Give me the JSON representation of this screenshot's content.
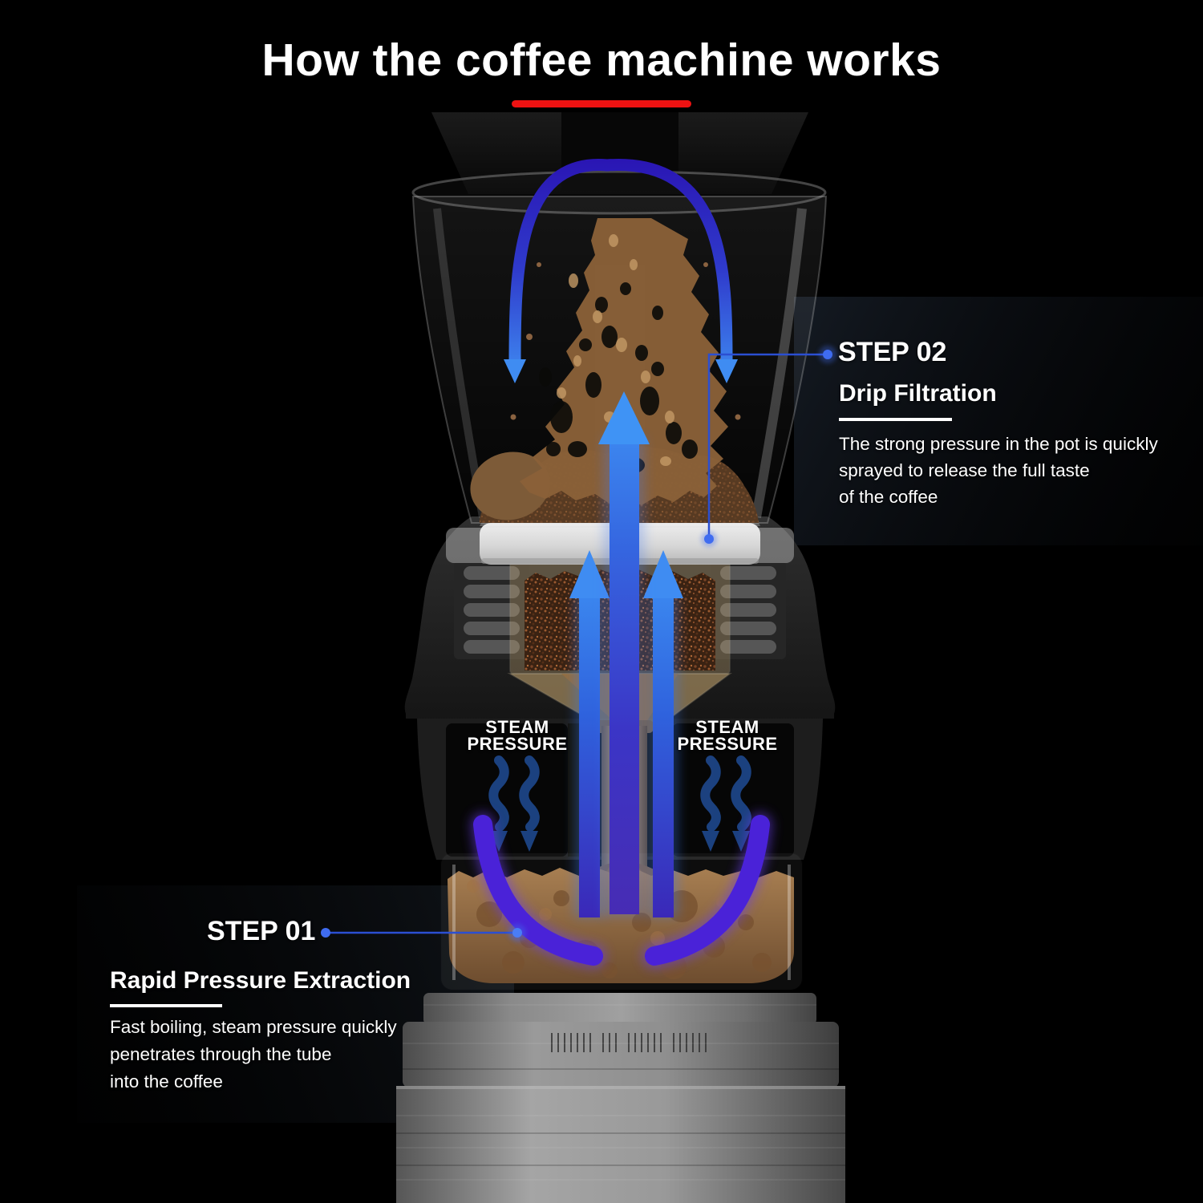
{
  "title": "How the coffee machine works",
  "colors": {
    "accent_red": "#ee1212",
    "arrow_blue_bright": "#3f93f5",
    "arrow_indigo_deep": "#2a16b4",
    "callout_line_blue": "#2b4fd2",
    "steam_wave_blue": "#1d4586",
    "text_white": "#ffffff"
  },
  "step01": {
    "label": "STEP 01",
    "heading": "Rapid Pressure Extraction",
    "line1": "Fast boiling, steam pressure quickly",
    "line2": "penetrates through the tube",
    "line3": "into the coffee"
  },
  "step02": {
    "label": "STEP 02",
    "heading": "Drip Filtration",
    "line1": "The strong pressure in the pot is quickly",
    "line2": "sprayed to release the full taste",
    "line3": "of the coffee"
  },
  "steam_label": {
    "line1": "STEAM",
    "line2": "PRESSURE"
  }
}
